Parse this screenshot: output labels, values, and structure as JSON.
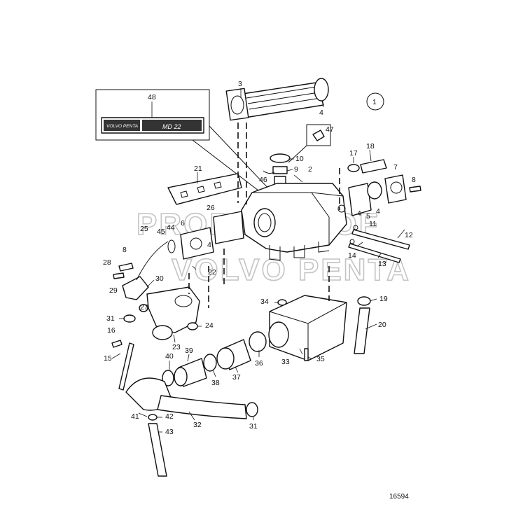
{
  "diagram": {
    "view_marker": "1",
    "drawing_number": "16594",
    "watermark": [
      "PROPERTY OF",
      "VOLVO PENTA"
    ],
    "inset_badge": {
      "left": "VOLVO PENTA",
      "right": "MD 22"
    },
    "part_numbers": [
      "1",
      "2",
      "3",
      "4",
      "5",
      "6",
      "7",
      "8",
      "9",
      "10",
      "11",
      "12",
      "13",
      "14",
      "15",
      "16",
      "17",
      "18",
      "19",
      "20",
      "21",
      "22",
      "23",
      "24",
      "25",
      "26",
      "27",
      "28",
      "29",
      "30",
      "31",
      "32",
      "33",
      "34",
      "35",
      "36",
      "37",
      "38",
      "39",
      "40",
      "41",
      "42",
      "43",
      "44",
      "45",
      "46",
      "47",
      "48"
    ],
    "callouts": {
      "c48": "48",
      "c3": "3",
      "c4a": "4",
      "c47": "47",
      "c17": "17",
      "c18": "18",
      "c10": "10",
      "c9": "9",
      "c46": "46",
      "c2": "2",
      "c7": "7",
      "c8a": "8",
      "c21": "21",
      "c4b": "4",
      "c5": "5",
      "c4c": "4",
      "c11": "11",
      "c12": "12",
      "c26": "26",
      "c6": "6",
      "c25": "25",
      "c45": "45",
      "c44": "44",
      "c4d": "4",
      "c14": "14",
      "c13": "13",
      "c8b": "8",
      "c22": "22",
      "c28": "28",
      "c30": "30",
      "c29": "29",
      "c27": "27",
      "c34": "34",
      "c19": "19",
      "c31a": "31",
      "c16": "16",
      "c24": "24",
      "c23": "23",
      "c20": "20",
      "c15": "15",
      "c39": "39",
      "c40": "40",
      "c36": "36",
      "c33": "33",
      "c35": "35",
      "c37": "37",
      "c38": "38",
      "c41": "41",
      "c42": "42",
      "c32": "32",
      "c31b": "31",
      "c43": "43"
    }
  }
}
